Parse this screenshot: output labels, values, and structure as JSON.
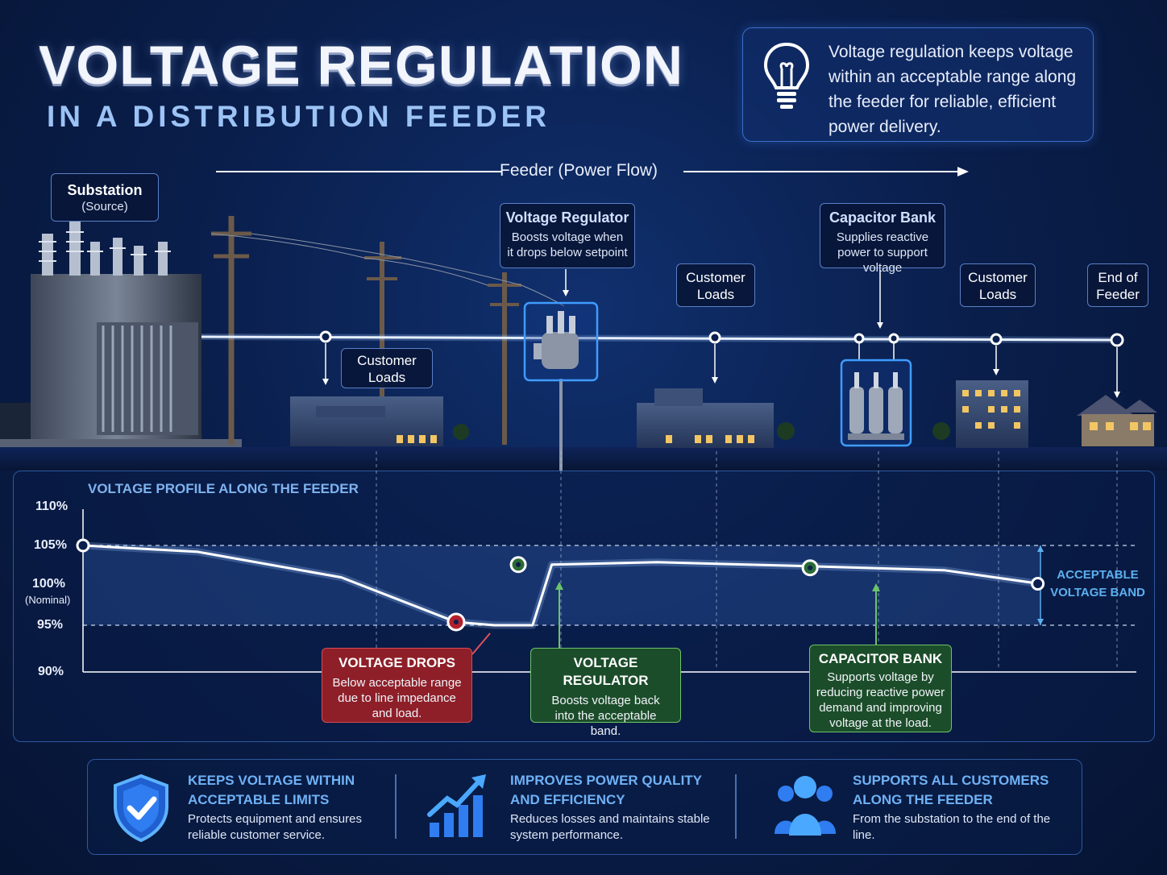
{
  "title": "VOLTAGE REGULATION",
  "subtitle": "IN A DISTRIBUTION FEEDER",
  "info": {
    "text": "Voltage regulation keeps voltage within an acceptable range along the feeder for reliable, efficient power delivery.",
    "icon": "lightbulb-icon"
  },
  "feeder_label": "Feeder (Power Flow)",
  "diagram": {
    "substation": {
      "title": "Substation",
      "sub": "(Source)"
    },
    "voltage_regulator": {
      "title": "Voltage Regulator",
      "sub": "Boosts voltage when it drops below setpoint"
    },
    "capacitor_bank": {
      "title": "Capacitor Bank",
      "sub": "Supplies reactive power to support voltage"
    },
    "customer_loads_1": "Customer Loads",
    "customer_loads_2": "Customer Loads",
    "customer_loads_3": "Customer Loads",
    "end_of_feeder": "End of Feeder"
  },
  "chart_data": {
    "type": "line",
    "title": "VOLTAGE PROFILE ALONG THE FEEDER",
    "y_tick_labels": [
      "110%",
      "105%",
      "100%",
      "95%",
      "90%"
    ],
    "y_nominal_note": "(Nominal)",
    "ylim": [
      90,
      110
    ],
    "acceptable_band": [
      95,
      105
    ],
    "band_label": "ACCEPTABLE VOLTAGE BAND",
    "series": [
      {
        "points": [
          {
            "x": 0.0,
            "y": 105
          },
          {
            "x": 0.12,
            "y": 104.2
          },
          {
            "x": 0.27,
            "y": 101.0
          },
          {
            "x": 0.39,
            "y": 95.4
          },
          {
            "x": 0.43,
            "y": 95.0
          },
          {
            "x": 0.47,
            "y": 95.0
          },
          {
            "x": 0.49,
            "y": 102.6
          },
          {
            "x": 0.6,
            "y": 102.9
          },
          {
            "x": 0.76,
            "y": 102.4
          },
          {
            "x": 0.9,
            "y": 101.9
          },
          {
            "x": 1.0,
            "y": 100.2
          }
        ]
      }
    ],
    "markers": [
      {
        "x": 0.0,
        "y": 105,
        "kind": "source"
      },
      {
        "x": 0.39,
        "y": 95.4,
        "kind": "drop"
      },
      {
        "x": 0.455,
        "y": 102.6,
        "kind": "regulator"
      },
      {
        "x": 0.76,
        "y": 102.2,
        "kind": "capacitor"
      },
      {
        "x": 0.998,
        "y": 100.2,
        "kind": "end"
      }
    ]
  },
  "callouts": {
    "drop": {
      "title": "VOLTAGE DROPS",
      "body": "Below acceptable range due to line impedance and load."
    },
    "regulator": {
      "title": "VOLTAGE REGULATOR",
      "body": "Boosts voltage back into the acceptable band."
    },
    "capacitor": {
      "title": "CAPACITOR BANK",
      "body": "Supports voltage by reducing reactive power demand and improving voltage at the load."
    }
  },
  "benefits": [
    {
      "title": "KEEPS VOLTAGE WITHIN ACCEPTABLE LIMITS",
      "body": "Protects equipment and ensures reliable customer service.",
      "icon": "shield-check-icon"
    },
    {
      "title": "IMPROVES POWER QUALITY AND EFFICIENCY",
      "body": "Reduces losses and maintains stable system performance.",
      "icon": "growth-chart-icon"
    },
    {
      "title": "SUPPORTS ALL CUSTOMERS ALONG THE FEEDER",
      "body": "From the substation to the end of the line.",
      "icon": "people-icon"
    }
  ],
  "colors": {
    "accent": "#5cb0f0",
    "drop": "#a3222a",
    "regulator": "#1f5a2c",
    "line": "#ffffff"
  }
}
